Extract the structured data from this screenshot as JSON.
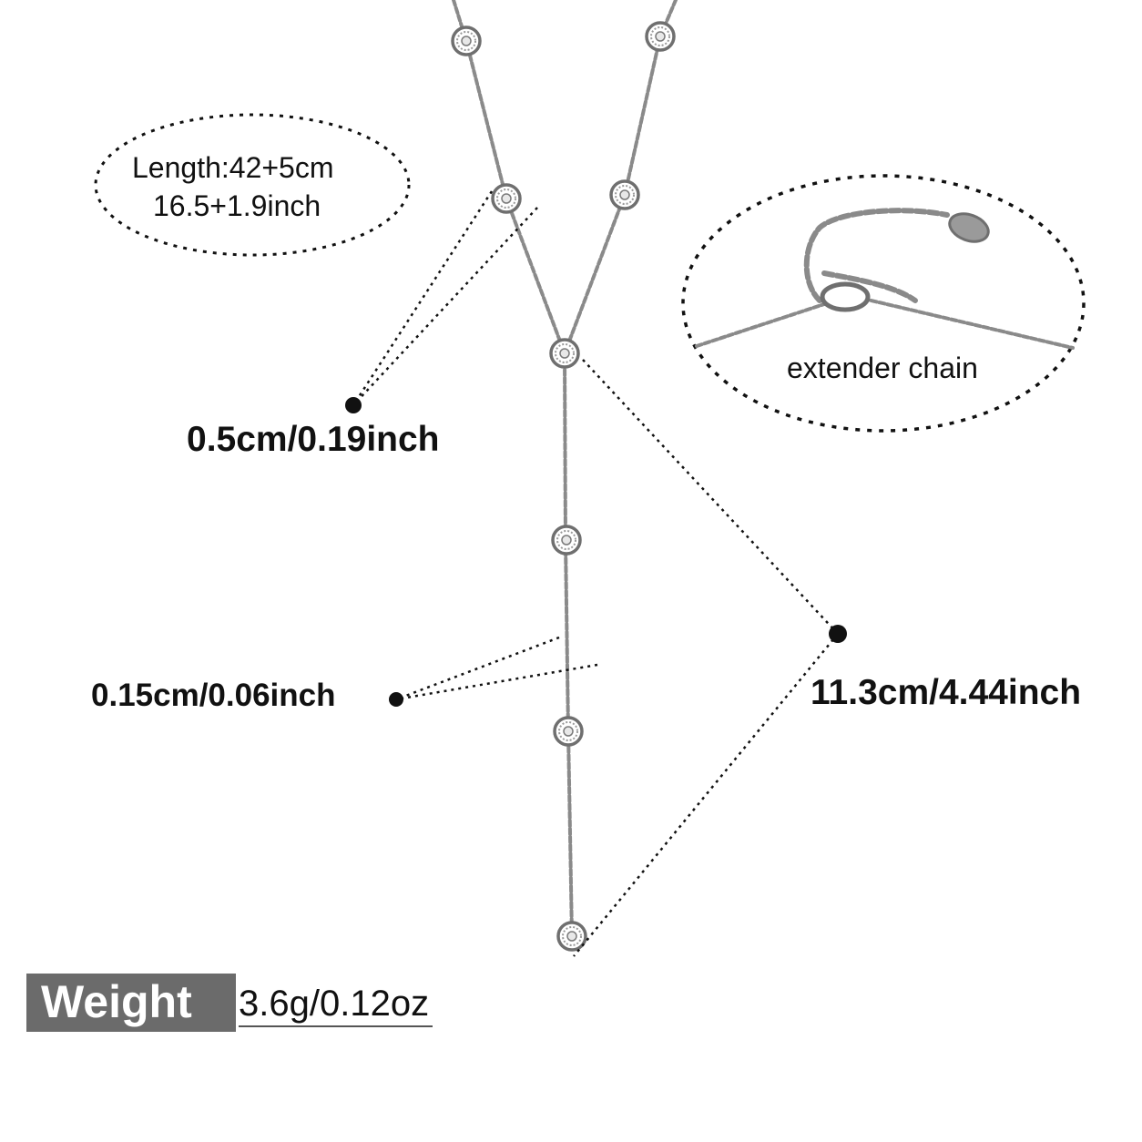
{
  "length": {
    "metric": "Length:42+5cm",
    "imperial": "16.5+1.9inch"
  },
  "pendant_size": "0.5cm/0.19inch",
  "chain_width": "0.15cm/0.06inch",
  "drop_length": "11.3cm/4.44inch",
  "extender_label": "extender chain",
  "weight": {
    "label": "Weight",
    "value": "3.6g/0.12oz"
  },
  "colors": {
    "background": "#ffffff",
    "text": "#111111",
    "chain": "#8a8a8a",
    "weight_badge": "#6b6b6b"
  }
}
